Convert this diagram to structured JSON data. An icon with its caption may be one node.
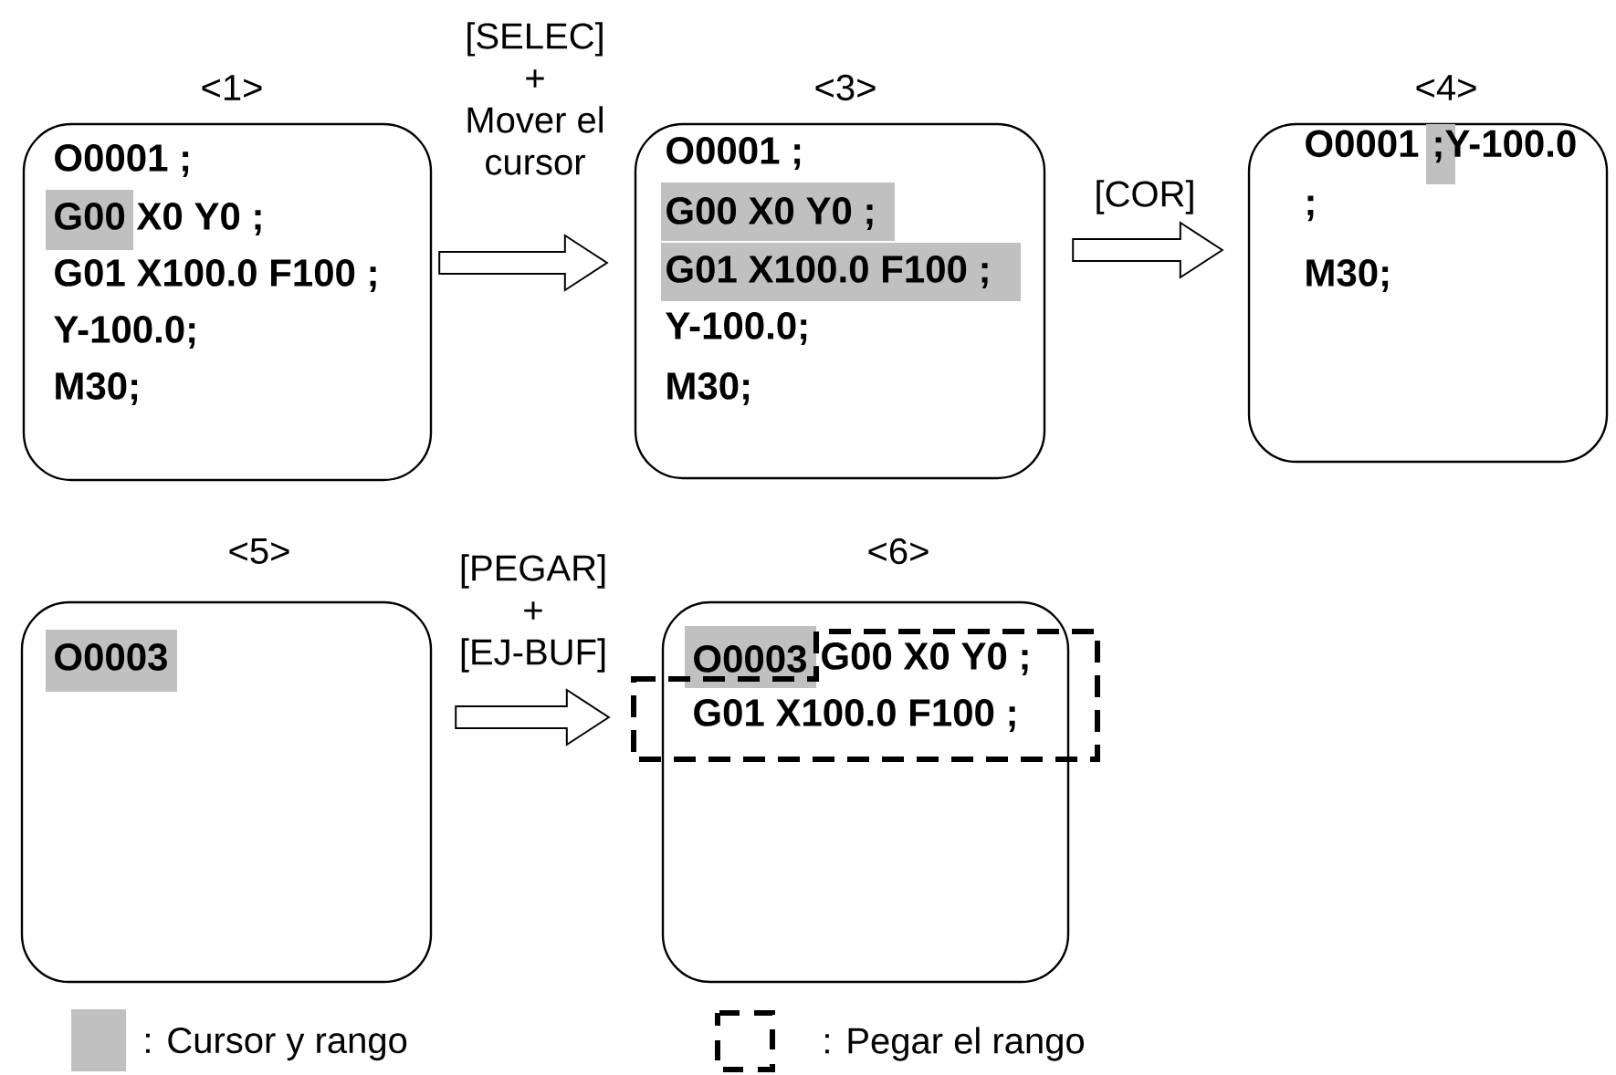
{
  "diagram": {
    "nodes": [
      {
        "text": [
          "<1>",
          "O0001 ;",
          "G00 X0 Y0 ;",
          "G01 X100.0 F100 ;",
          "Y-100.0;",
          "M30;"
        ]
      },
      {
        "text": [
          "<3>",
          "O0001 ;",
          "G00 X0 Y0 ;",
          "G01 X100.0 F100 ;",
          "Y-100.0;",
          "M30;"
        ]
      },
      {
        "text": [
          "<4>",
          "O0001 ;Y-100.0 ;",
          "M30;"
        ]
      },
      {
        "text": [
          "<5>",
          "O0003"
        ]
      },
      {
        "text": [
          "<6>",
          "O0003",
          "G00 X0 Y0 ;",
          "G01 X100.0 F100 ;"
        ]
      }
    ],
    "edges": [
      {
        "from": 0,
        "to": 1,
        "arrow": "to",
        "label": "[SELEC] + Mover el cursor"
      },
      {
        "from": 1,
        "to": 2,
        "arrow": "to",
        "label": "[COR]"
      },
      {
        "from": 3,
        "to": 4,
        "arrow": "to",
        "label": "[PEGAR] + [EJ-BUF]"
      }
    ],
    "legend": [
      {
        "text": ": Cursor y rango",
        "color": "#c0c0c0"
      },
      {
        "text": ": Pegar el rango"
      }
    ]
  }
}
